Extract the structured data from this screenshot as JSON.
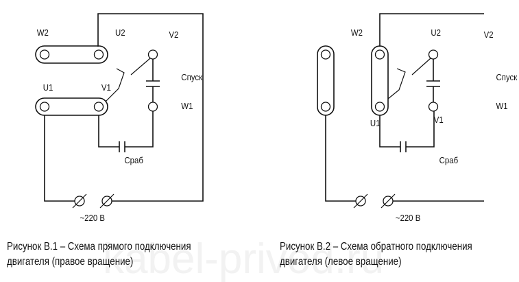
{
  "watermark": "kabel-privod.ru",
  "figures": [
    {
      "id": "B1",
      "labels": {
        "w2": "W2",
        "u2": "U2",
        "v2": "V2",
        "u1": "U1",
        "v1": "V1",
        "w1": "W1",
        "start_cap": "Спуск",
        "run_cap": "Сраб",
        "supply": "~220 В"
      },
      "jumpers": "horizontal",
      "caption_line1": "Рисунок В.1 – Схема прямого подключения",
      "caption_line2": "двигателя (правое вращение)"
    },
    {
      "id": "B2",
      "labels": {
        "w2": "W2",
        "u2": "U2",
        "v2": "V2",
        "u1": "U1",
        "v1": "V1",
        "w1": "W1",
        "start_cap": "Спуск",
        "run_cap": "Сраб",
        "supply": "~220 В"
      },
      "jumpers": "vertical",
      "caption_line1": "Рисунок В.2 – Схема обратного подключения",
      "caption_line2": "двигателя (левое вращение)"
    }
  ]
}
